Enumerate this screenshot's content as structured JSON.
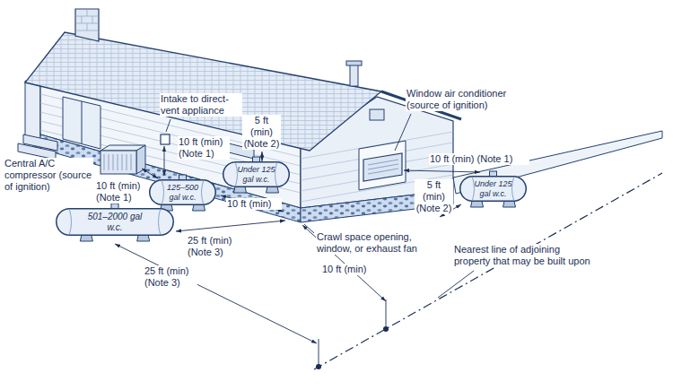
{
  "diagram": {
    "nodes": [
      {
        "text": [
          "Under 125 gal w.c."
        ]
      },
      {
        "text": [
          "125–500 gal w.c."
        ]
      },
      {
        "text": [
          "Under 125 gal w.c."
        ]
      },
      {
        "text": [
          "501–2000 gal w.c."
        ]
      }
    ],
    "labels": [
      "Intake to direct-vent appliance",
      "Window air conditioner (source of ignition)",
      "10 ft (min) (Note 1)",
      "5 ft (min) (Note 2)",
      "Central A/C compressor (source of ignition)",
      "10 ft (min) (Note 1)",
      "10 ft (min) (Note 1)",
      "10 ft (min)",
      "5 ft (min) (Note 2)",
      "Crawl space opening, window, or exhaust fan",
      "25 ft (min) (Note 3)",
      "10 ft (min)",
      "Nearest line of adjoining property that may be built upon",
      "25 ft (min) (Note 3)"
    ]
  }
}
